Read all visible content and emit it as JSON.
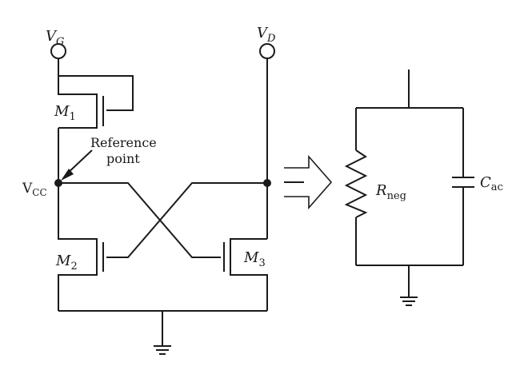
{
  "labels": {
    "vg": "V",
    "vg_sub": "G",
    "vd": "V",
    "vd_sub": "D",
    "vcc": "V",
    "vcc_sub": "CC",
    "m1": "M",
    "m1_sub": "1",
    "m2": "M",
    "m2_sub": "2",
    "m3": "M",
    "m3_sub": "3",
    "ref_line1": "Reference",
    "ref_line2": "point",
    "rneg": "R",
    "rneg_sub": "neg",
    "cac": "C",
    "cac_sub": "ac"
  },
  "colors": {
    "ink": "#1a1a1a",
    "background": "#ffffff"
  }
}
